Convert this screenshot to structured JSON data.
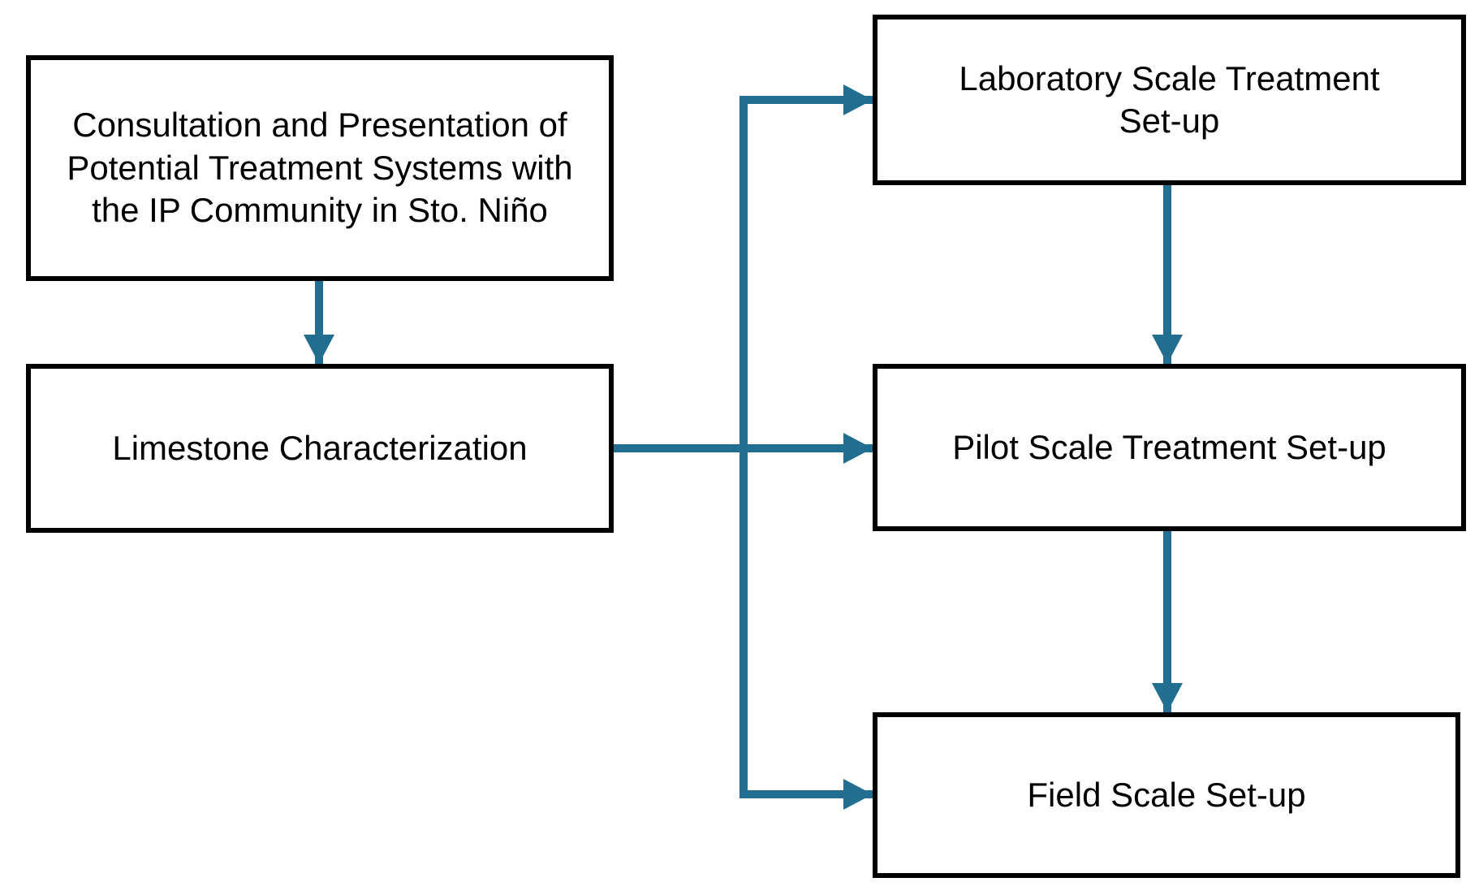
{
  "diagram": {
    "type": "flowchart",
    "boxes": [
      {
        "id": "consultation",
        "label": "Consultation and Presentation of Potential Treatment Systems with the IP Community in Sto. Niño"
      },
      {
        "id": "limestone",
        "label": "Limestone Characterization"
      },
      {
        "id": "laboratory",
        "label": "Laboratory Scale Treatment Set-up"
      },
      {
        "id": "pilot",
        "label": "Pilot Scale Treatment Set-up"
      },
      {
        "id": "field",
        "label": "Field Scale Set-up"
      }
    ],
    "connections": [
      {
        "from": "consultation",
        "to": "limestone"
      },
      {
        "from": "limestone",
        "to": "laboratory"
      },
      {
        "from": "limestone",
        "to": "pilot"
      },
      {
        "from": "limestone",
        "to": "field"
      },
      {
        "from": "laboratory",
        "to": "pilot"
      },
      {
        "from": "pilot",
        "to": "field"
      }
    ],
    "colors": {
      "arrow": "#226E90",
      "box_border": "#000000",
      "text": "#000000",
      "background": "#FFFFFF"
    }
  }
}
